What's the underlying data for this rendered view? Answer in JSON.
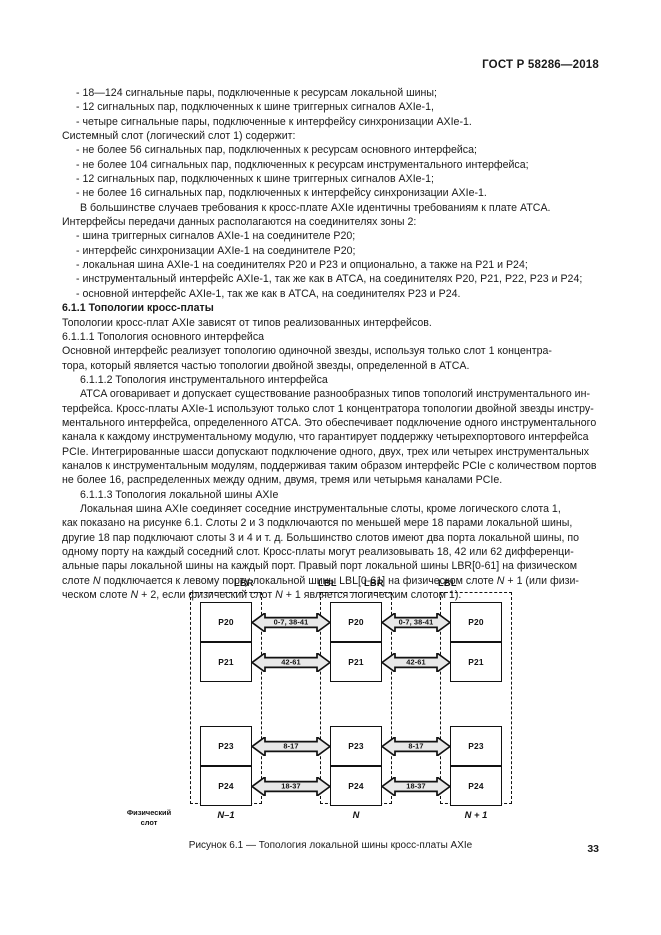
{
  "header": {
    "standard_title": "ГОСТ Р 58286—2018"
  },
  "page_number": "33",
  "body": {
    "lines": [
      {
        "style": "indent",
        "text": "- 18—124 сигнальные пары, подключенные к ресурсам локальной шины;"
      },
      {
        "style": "indent",
        "text": "- 12 сигнальных пар, подключенных к шине триггерных сигналов AXIe-1,"
      },
      {
        "style": "indent",
        "text": "- четыре сигнальные пары, подключенные к интерфейсу синхронизации AXIe-1."
      },
      {
        "style": "plain",
        "text": "Системный слот (логический слот 1) содержит:"
      },
      {
        "style": "indent",
        "text": "- не более 56 сигнальных пар, подключенных к ресурсам основного интерфейса;"
      },
      {
        "style": "indent",
        "text": "- не более 104 сигнальных пар, подключенных к ресурсам инструментального интерфейса;"
      },
      {
        "style": "indent",
        "text": "- 12 сигнальных пар, подключенных к шине триггерных сигналов AXIe-1;"
      },
      {
        "style": "indent",
        "text": "- не более 16 сигнальных пар, подключенных к интерфейсу синхронизации AXIe-1."
      },
      {
        "style": "para",
        "text": "В большинстве случаев требования к кросс-плате AXIe идентичны требованиям к плате ATCA."
      },
      {
        "style": "flush",
        "text": "Интерфейсы передачи данных располагаются на соединителях зоны 2:"
      },
      {
        "style": "indent",
        "text": "- шина триггерных сигналов AXIe-1 на соединителе P20;"
      },
      {
        "style": "indent",
        "text": "- интерфейс синхронизации AXIe-1 на соединителе P20;"
      },
      {
        "style": "indent",
        "text": "- локальная шина AXIe-1 на соединителях P20 и P23 и опционально, а также на P21 и P24;"
      },
      {
        "style": "indent",
        "text": "- инструментальный интерфейс AXIe-1, так же как в ATCA, на соединителях P20, P21, P22, P23 и P24;"
      },
      {
        "style": "indent",
        "text": "- основной интерфейс AXIe-1, так же как в ATCA, на соединителях P23 и P24."
      },
      {
        "style": "bold",
        "text": "6.1.1 Топологии кросс-платы"
      },
      {
        "style": "plain",
        "text": "Топологии кросс-плат AXIe зависят от типов реализованных интерфейсов."
      },
      {
        "style": "plain",
        "text": "6.1.1.1 Топология основного интерфейса"
      },
      {
        "style": "plain",
        "text": "Основной интерфейс реализует топологию одиночной звезды, используя только слот 1 концентра-"
      },
      {
        "style": "flush",
        "text": "тора, который является частью топологии двойной звезды, определенной в ATCA."
      },
      {
        "style": "sub",
        "text": "6.1.1.2 Топология инструментального интерфейса"
      },
      {
        "style": "para",
        "text": "ATCA оговаривает и допускает существование разнообразных типов топологий инструментального ин-"
      },
      {
        "style": "flush",
        "text": "терфейса. Кросс-платы AXIe-1 используют только слот 1 концентратора топологии двойной звезды инстру-"
      },
      {
        "style": "flush",
        "text": "ментального интерфейса, определенного ATCA. Это обеспечивает подключение одного инструментального"
      },
      {
        "style": "flush",
        "text": "канала к каждому инструментальному модулю, что гарантирует поддержку четырехпортового интерфейса"
      },
      {
        "style": "flush",
        "text": "PCIe. Интегрированные шасси допускают подключение одного, двух, трех или четырех инструментальных"
      },
      {
        "style": "flush",
        "text": "каналов к инструментальным модулям, поддерживая таким образом интерфейс PCIe с количеством портов"
      },
      {
        "style": "flush",
        "text": "не более 16, распределенных между одним, двумя, тремя или четырьмя каналами PCIe."
      },
      {
        "style": "sub",
        "text": "6.1.1.3 Топология локальной шины AXIe"
      },
      {
        "style": "para",
        "text": "Локальная шина AXIe соединяет соседние инструментальные слоты, кроме логического слота 1,"
      },
      {
        "style": "flush",
        "text": "как показано на рисунке 6.1. Слоты 2 и 3 подключаются по меньшей мере 18 парами локальной шины,"
      },
      {
        "style": "flush",
        "text": "другие 18 пар подключают слоты 3 и 4 и т. д. Большинство слотов имеют два порта локальной шины, по"
      },
      {
        "style": "flush",
        "text": "одному порту на каждый соседний слот. Кросс-платы могут реализовывать 18, 42 или 62 дифференци-"
      },
      {
        "style": "flush",
        "text": "альные пары локальной шины на каждый порт. Правый порт локальной шины LBR[0-61] на физическом"
      },
      {
        "style": "flush",
        "html": "слоте <i>N</i> подключается к левому порту локальной шины LBL[0-61] на физическом слоте <i>N</i> + 1 (или физи-"
      },
      {
        "style": "flush",
        "html": "ческом слоте <i>N</i> + 2, если физический слот <i>N</i> + 1 является логическим слотом 1)."
      }
    ]
  },
  "figure": {
    "caption": "Рисунок 6.1 — Топология локальной шины кросс-платы AXIe",
    "physical_slot_label_line1": "Физический",
    "physical_slot_label_line2": "слот",
    "slots": [
      {
        "name": "N–1",
        "ports": [
          "P20",
          "P21",
          "P23",
          "P24"
        ]
      },
      {
        "name": "N",
        "ports": [
          "P20",
          "P21",
          "P23",
          "P24"
        ]
      },
      {
        "name": "N + 1",
        "ports": [
          "P20",
          "P21",
          "P23",
          "P24"
        ]
      }
    ],
    "port_labels": {
      "lbr_left": "LBR",
      "lbl_mid": "LBL",
      "lbr_mid": "LBR",
      "lbl_right": "LBL"
    },
    "connections": [
      {
        "pair": "P20",
        "lanes": "0-7, 38-41"
      },
      {
        "pair": "P21",
        "lanes": "42-61"
      },
      {
        "pair": "P23",
        "lanes": "8-17"
      },
      {
        "pair": "P24",
        "lanes": "18-37"
      }
    ],
    "colors": {
      "arrow_fill": "#e8e8e8",
      "arrow_stroke": "#111111",
      "box_stroke": "#111111"
    }
  }
}
